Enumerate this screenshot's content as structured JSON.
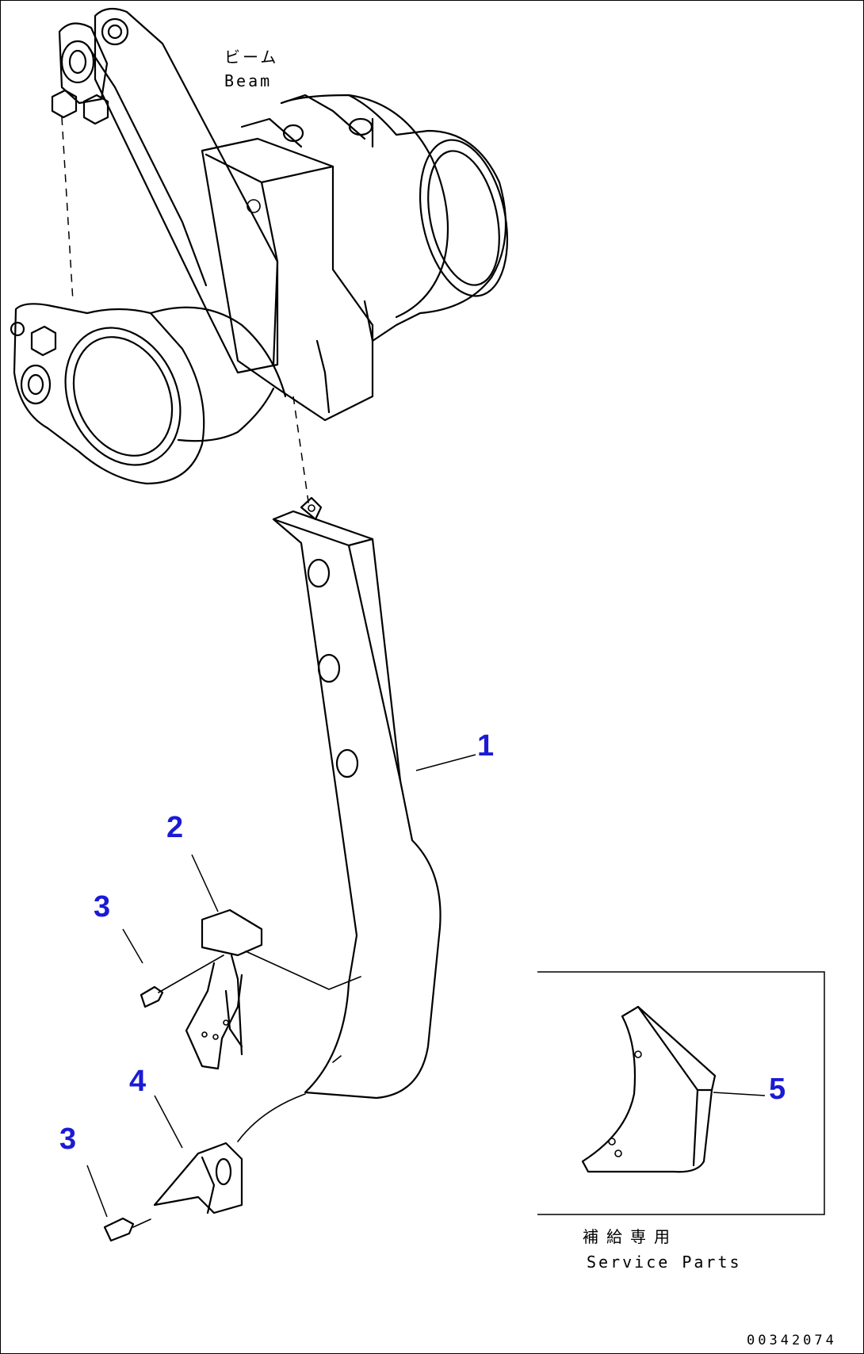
{
  "beam_label": {
    "jp": "ビーム",
    "en": "Beam"
  },
  "callouts": [
    {
      "id": "1",
      "text": "1"
    },
    {
      "id": "2",
      "text": "2"
    },
    {
      "id": "3a",
      "text": "3"
    },
    {
      "id": "3b",
      "text": "3"
    },
    {
      "id": "4",
      "text": "4"
    },
    {
      "id": "5",
      "text": "5"
    }
  ],
  "service_parts": {
    "jp": "補給専用",
    "en": "Service Parts"
  },
  "drawing_number": "00342074",
  "colors": {
    "callout": "#1a1ad6",
    "line": "#000000",
    "background": "#ffffff"
  }
}
